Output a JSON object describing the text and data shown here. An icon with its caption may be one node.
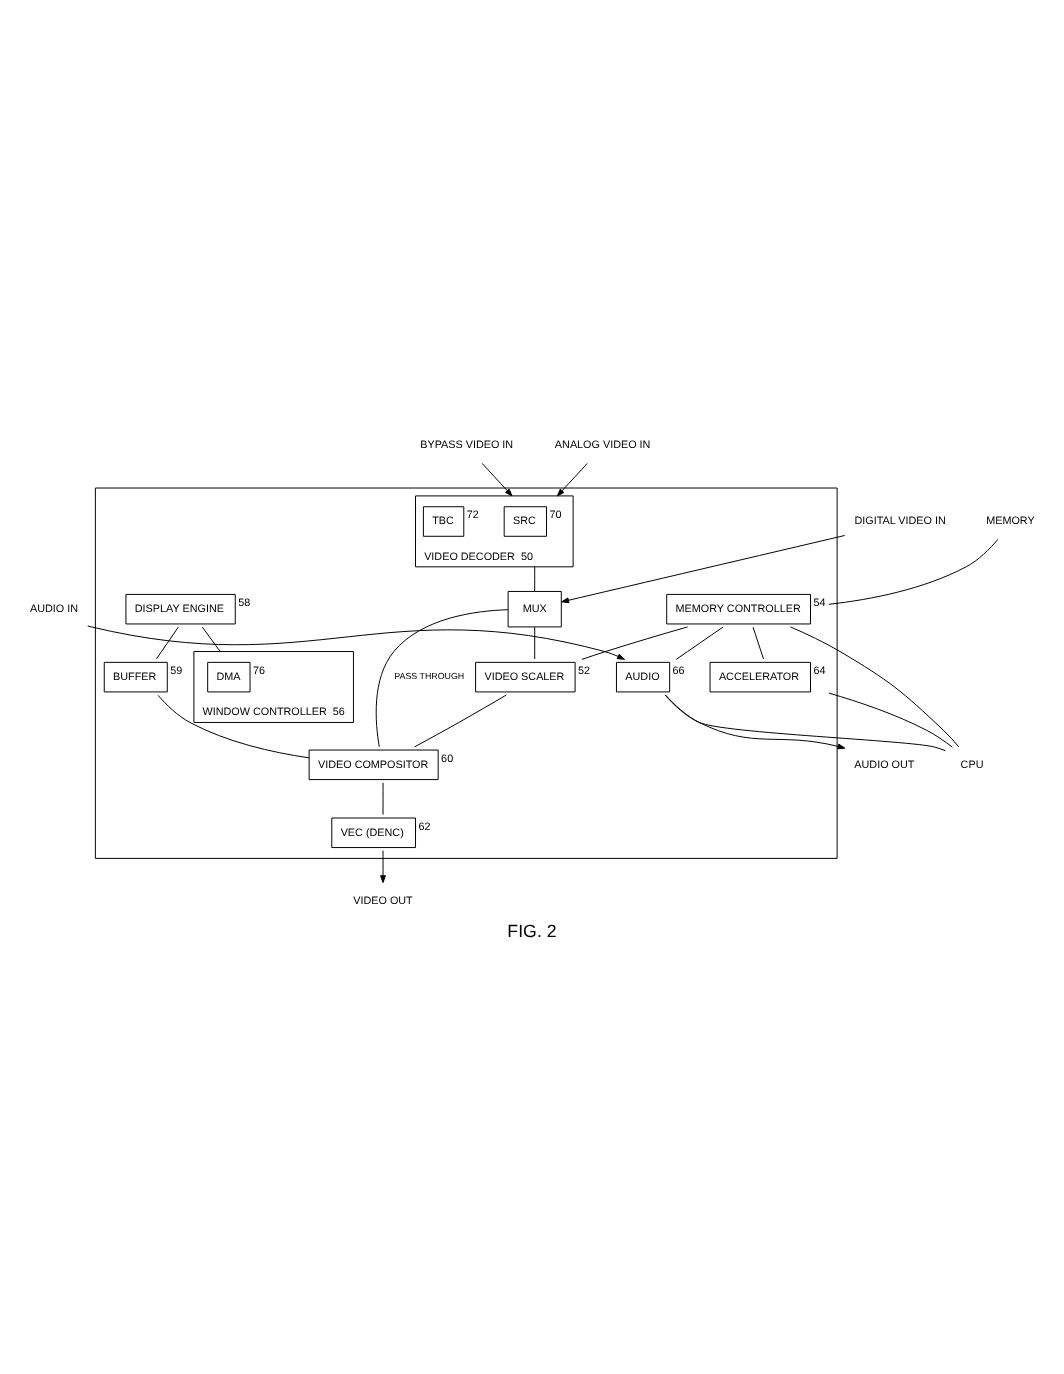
{
  "diagram": {
    "caption": "FIG. 2",
    "nodes": [
      {
        "text": [],
        "shape": "box"
      },
      {
        "text": [
          "MEMORY CONTROLLER"
        ],
        "beside": [
          "54"
        ],
        "in": 0
      },
      {
        "text": [
          "WINDOW CONTROLLER"
        ],
        "beside": [
          "56"
        ],
        "in": 0
      },
      {
        "text": [
          "DMA"
        ],
        "beside": [
          "76"
        ],
        "in": 2
      },
      {
        "text": [
          "DISPLAY ENGINE"
        ],
        "beside": [
          "58"
        ],
        "in": 0
      },
      {
        "text": [
          "BUFFER"
        ],
        "beside": [
          "59"
        ],
        "in": 0
      },
      {
        "text": [
          "VIDEO COMPOSITOR"
        ],
        "beside": [
          "60"
        ],
        "in": 0
      },
      {
        "text": [
          "VEC (DENC)"
        ],
        "beside": [
          "62"
        ],
        "in": 0
      },
      {
        "text": [
          "AUDIO"
        ],
        "beside": [
          "66"
        ],
        "in": 0
      },
      {
        "text": [
          "ACCELERATOR"
        ],
        "beside": [
          "64"
        ],
        "in": 0
      },
      {
        "text": [
          "VIDEO DECODER"
        ],
        "beside": [
          "50"
        ],
        "in": 0
      },
      {
        "text": [
          "SRC"
        ],
        "beside": [
          "70"
        ],
        "in": 10
      },
      {
        "text": [
          "TBC"
        ],
        "beside": [
          "72"
        ],
        "in": 10
      },
      {
        "text": [
          "MUX"
        ],
        "in": 0
      },
      {
        "text": [
          "VIDEO SCALER"
        ],
        "beside": [
          "52"
        ],
        "in": 0
      },
      {
        "text": [
          "MEMORY"
        ]
      },
      {
        "text": [
          "VIDEO OUT"
        ]
      },
      {
        "text": [
          "AUDIO IN"
        ]
      },
      {
        "text": [
          "AUDIO OUT"
        ]
      },
      {
        "text": [
          "CPU"
        ]
      },
      {
        "text": [
          "BYPASS VIDEO IN"
        ]
      },
      {
        "text": [
          "ANALOG VIDEO IN"
        ]
      },
      {
        "text": [
          "DIGITAL VIDEO IN"
        ]
      }
    ],
    "edges": [
      {
        "from": 15,
        "to": 1,
        "arrow": "none"
      },
      {
        "from": 4,
        "to": 2,
        "arrow": "none"
      },
      {
        "from": 4,
        "to": 5,
        "arrow": "none"
      },
      {
        "from": 5,
        "to": 6,
        "arrow": "none"
      },
      {
        "from": 6,
        "to": 7,
        "arrow": "none"
      },
      {
        "from": 7,
        "to": 16,
        "arrow": "to"
      },
      {
        "from": 17,
        "to": 8,
        "arrow": "to"
      },
      {
        "from": 8,
        "to": 18,
        "arrow": "to"
      },
      {
        "from": 20,
        "to": 10,
        "arrow": "to"
      },
      {
        "from": 21,
        "to": 10,
        "arrow": "to"
      },
      {
        "from": 22,
        "to": 13,
        "arrow": "to"
      },
      {
        "from": 10,
        "to": 13,
        "arrow": "none"
      },
      {
        "from": 13,
        "to": 14,
        "arrow": "none"
      },
      {
        "from": 13,
        "to": 6,
        "arrow": "none",
        "label": "PASS THROUGH"
      },
      {
        "from": 14,
        "to": 6,
        "arrow": "none"
      },
      {
        "from": 1,
        "to": 14,
        "arrow": "none"
      },
      {
        "from": 1,
        "to": 8,
        "arrow": "none"
      },
      {
        "from": 1,
        "to": 9,
        "arrow": "none"
      },
      {
        "from": 1,
        "to": 19,
        "arrow": "none"
      },
      {
        "from": 8,
        "to": 19,
        "arrow": "none"
      },
      {
        "from": 9,
        "to": 19,
        "arrow": "none"
      }
    ]
  }
}
